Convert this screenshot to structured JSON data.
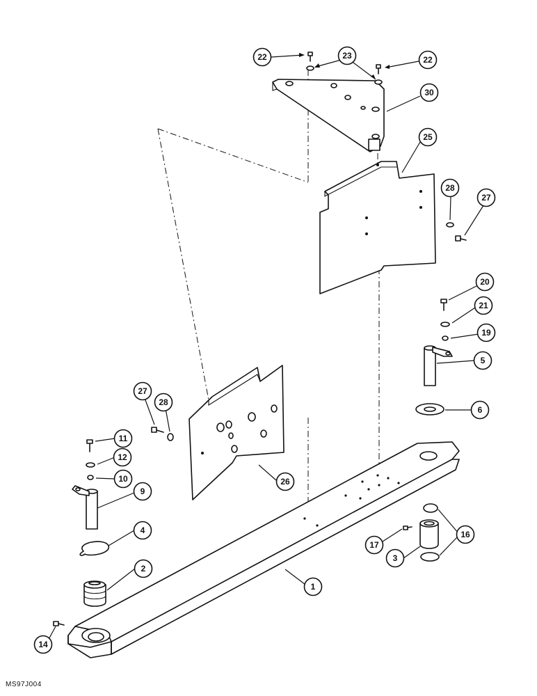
{
  "figure_code": "MS97J004",
  "callouts": [
    {
      "label": "22"
    },
    {
      "label": "23"
    },
    {
      "label": "22"
    },
    {
      "label": "30"
    },
    {
      "label": "25"
    },
    {
      "label": "28"
    },
    {
      "label": "27"
    },
    {
      "label": "20"
    },
    {
      "label": "21"
    },
    {
      "label": "19"
    },
    {
      "label": "5"
    },
    {
      "label": "6"
    },
    {
      "label": "27"
    },
    {
      "label": "28"
    },
    {
      "label": "11"
    },
    {
      "label": "12"
    },
    {
      "label": "10"
    },
    {
      "label": "9"
    },
    {
      "label": "26"
    },
    {
      "label": "4"
    },
    {
      "label": "2"
    },
    {
      "label": "1"
    },
    {
      "label": "17"
    },
    {
      "label": "16"
    },
    {
      "label": "3"
    },
    {
      "label": "14"
    }
  ]
}
